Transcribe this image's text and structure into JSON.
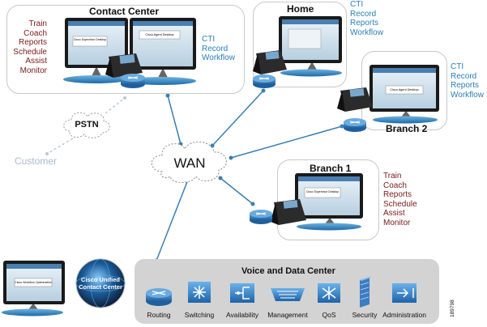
{
  "contact_center": {
    "title": "Contact Center",
    "tasks": [
      "Train",
      "Coach",
      "Reports",
      "Schedule",
      "Assist",
      "Monitor"
    ],
    "cti": [
      "CTI",
      "Record",
      "Workflow"
    ],
    "screen_labels": [
      "Cisco Supervisor Desktop",
      "Cisco Agent Desktop"
    ]
  },
  "home": {
    "title": "Home",
    "cti": [
      "CTI",
      "Record",
      "Reports",
      "Workflow"
    ]
  },
  "branch2": {
    "title": "Branch 2",
    "cti": [
      "CTI",
      "Record",
      "Reports",
      "Workflow"
    ],
    "screen_label": "Cisco Agent Desktop"
  },
  "branch1": {
    "title": "Branch 1",
    "tasks": [
      "Train",
      "Coach",
      "Reports",
      "Schedule",
      "Assist",
      "Monitor"
    ],
    "screen_label": "Cisco Supervisor Desktop"
  },
  "pstn": "PSTN",
  "wan": "WAN",
  "customer": "Customer",
  "data_center": {
    "title": "Voice and Data Center",
    "icons": [
      "Routing",
      "Switching",
      "Availability",
      "Management",
      "QoS",
      "Security",
      "Administration"
    ]
  },
  "workflow_screen_label": "Cisco Workflow Optimization",
  "unified_cc": [
    "Cisco Unified",
    "Contact Center"
  ],
  "figure_id": "189798",
  "colors": {
    "tasks": "#7a1a1a",
    "cti": "#2a7fb6",
    "link": "#3a7fb0",
    "customer": "#a8bcc8",
    "router": "#2b78c2",
    "datacenter_bg": "#d3d3d3"
  }
}
